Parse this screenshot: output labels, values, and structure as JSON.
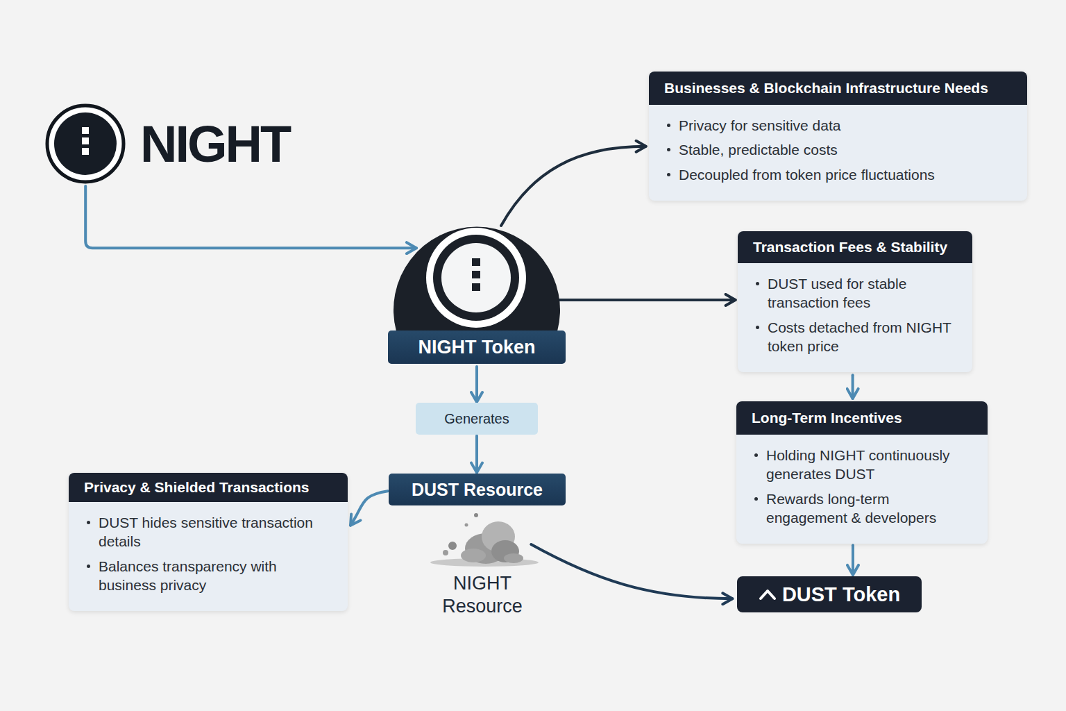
{
  "diagram": {
    "nodes": [
      {
        "text": [
          "NIGHT"
        ]
      },
      {
        "text": [
          "Businesses & Blockchain Infrastructure Needs",
          "Privacy for sensitive data",
          "Stable, predictable costs",
          "Decoupled from token price fluctuations"
        ]
      },
      {
        "text": [
          "NIGHT Token"
        ]
      },
      {
        "text": [
          "Transaction Fees & Stability",
          "DUST used for stable transaction fees",
          "Costs detached from NIGHT token price"
        ]
      },
      {
        "text": [
          "Generates"
        ]
      },
      {
        "text": [
          "Long-Term Incentives",
          "Holding NIGHT continuously generates DUST",
          "Rewards long-term engagement & developers"
        ]
      },
      {
        "text": [
          "Privacy & Shielded Transactions",
          "DUST hides sensitive transaction details",
          "Balances transparency with business privacy"
        ]
      },
      {
        "text": [
          "DUST Resource"
        ]
      },
      {
        "text": [
          "NIGHT Resource"
        ]
      },
      {
        "text": [
          "DUST Token"
        ]
      }
    ],
    "edges": [
      {
        "from": 0,
        "to": 2,
        "arrow": "to"
      },
      {
        "from": 2,
        "to": 1,
        "arrow": "to"
      },
      {
        "from": 2,
        "to": 3,
        "arrow": "to"
      },
      {
        "from": 2,
        "to": 4,
        "arrow": "to"
      },
      {
        "from": 3,
        "to": 5,
        "arrow": "to"
      },
      {
        "from": 4,
        "to": 7,
        "arrow": "to"
      },
      {
        "from": 7,
        "to": 6,
        "arrow": "to"
      },
      {
        "from": 5,
        "to": 9,
        "arrow": "to"
      },
      {
        "from": 8,
        "to": 9,
        "arrow": "to"
      }
    ]
  }
}
